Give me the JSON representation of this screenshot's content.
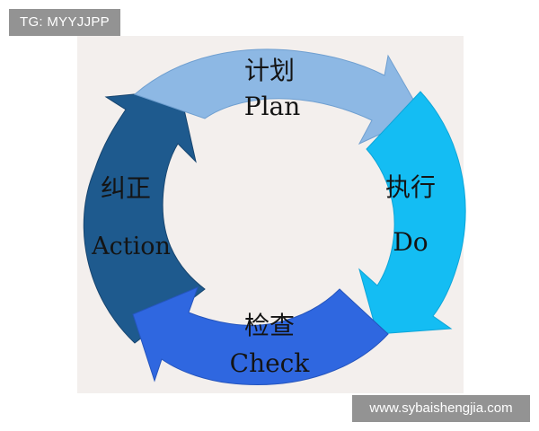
{
  "watermark_top_left": "TG: MYYJJPP",
  "watermark_bottom_right": "www.sybaishengjia.com",
  "cycle": {
    "plan": {
      "cn": "计划",
      "en": "Plan",
      "color": "#8db8e4"
    },
    "do": {
      "cn": "执行",
      "en": "Do",
      "color": "#14bdf3"
    },
    "check": {
      "cn": "检查",
      "en": "Check",
      "color": "#2f67e0"
    },
    "action": {
      "cn": "纠正",
      "en": "Action",
      "color": "#1e5a8e"
    }
  },
  "colors": {
    "panel_background": "#f3efed",
    "text": "#141414"
  }
}
